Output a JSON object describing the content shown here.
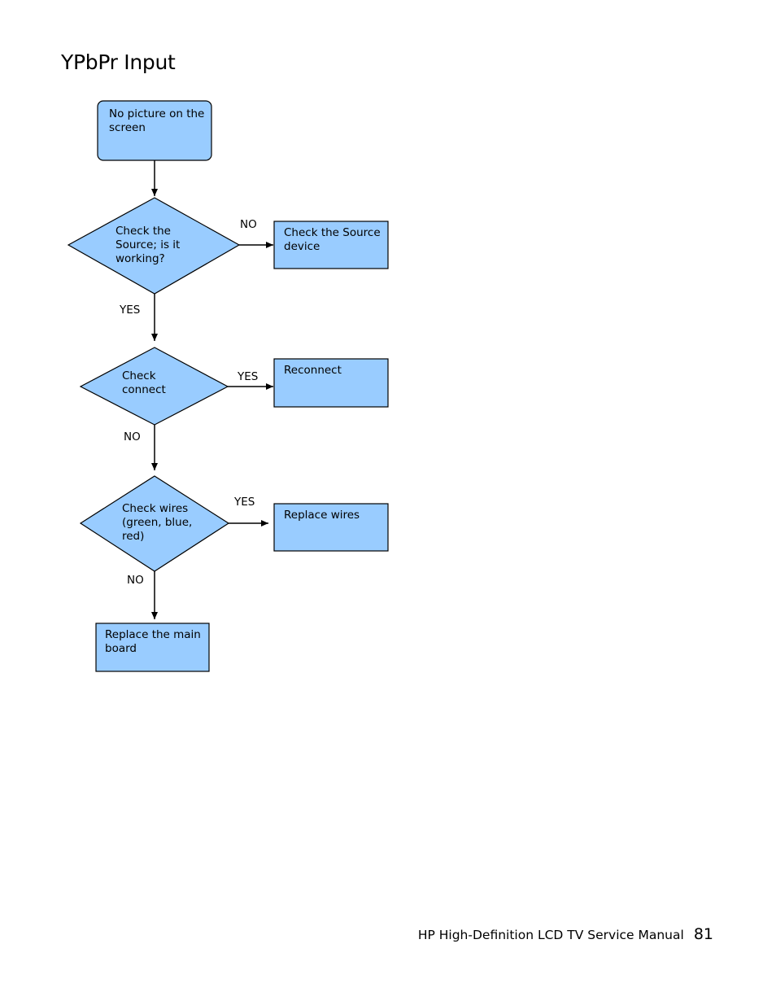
{
  "page": {
    "title": "YPbPr Input",
    "footer_text": "HP High-Definition LCD TV Service Manual",
    "page_number": "81"
  },
  "colors": {
    "node_fill": "#99ccff",
    "stroke": "#000000"
  },
  "nodes": {
    "start": "No picture on the\nscreen",
    "decision_source": "Check the\nSource;  is it\nworking?",
    "action_source": "Check the Source\ndevice",
    "decision_connect": "Check\nconnect",
    "action_reconnect": "Reconnect",
    "decision_wires": "Check wires\n(green, blue,\nred)",
    "action_wires": "Replace wires",
    "action_board": "Replace the main\nboard"
  },
  "edges": {
    "source_no": "NO",
    "source_yes": "YES",
    "connect_yes": "YES",
    "connect_no": "NO",
    "wires_yes": "YES",
    "wires_no": "NO"
  }
}
